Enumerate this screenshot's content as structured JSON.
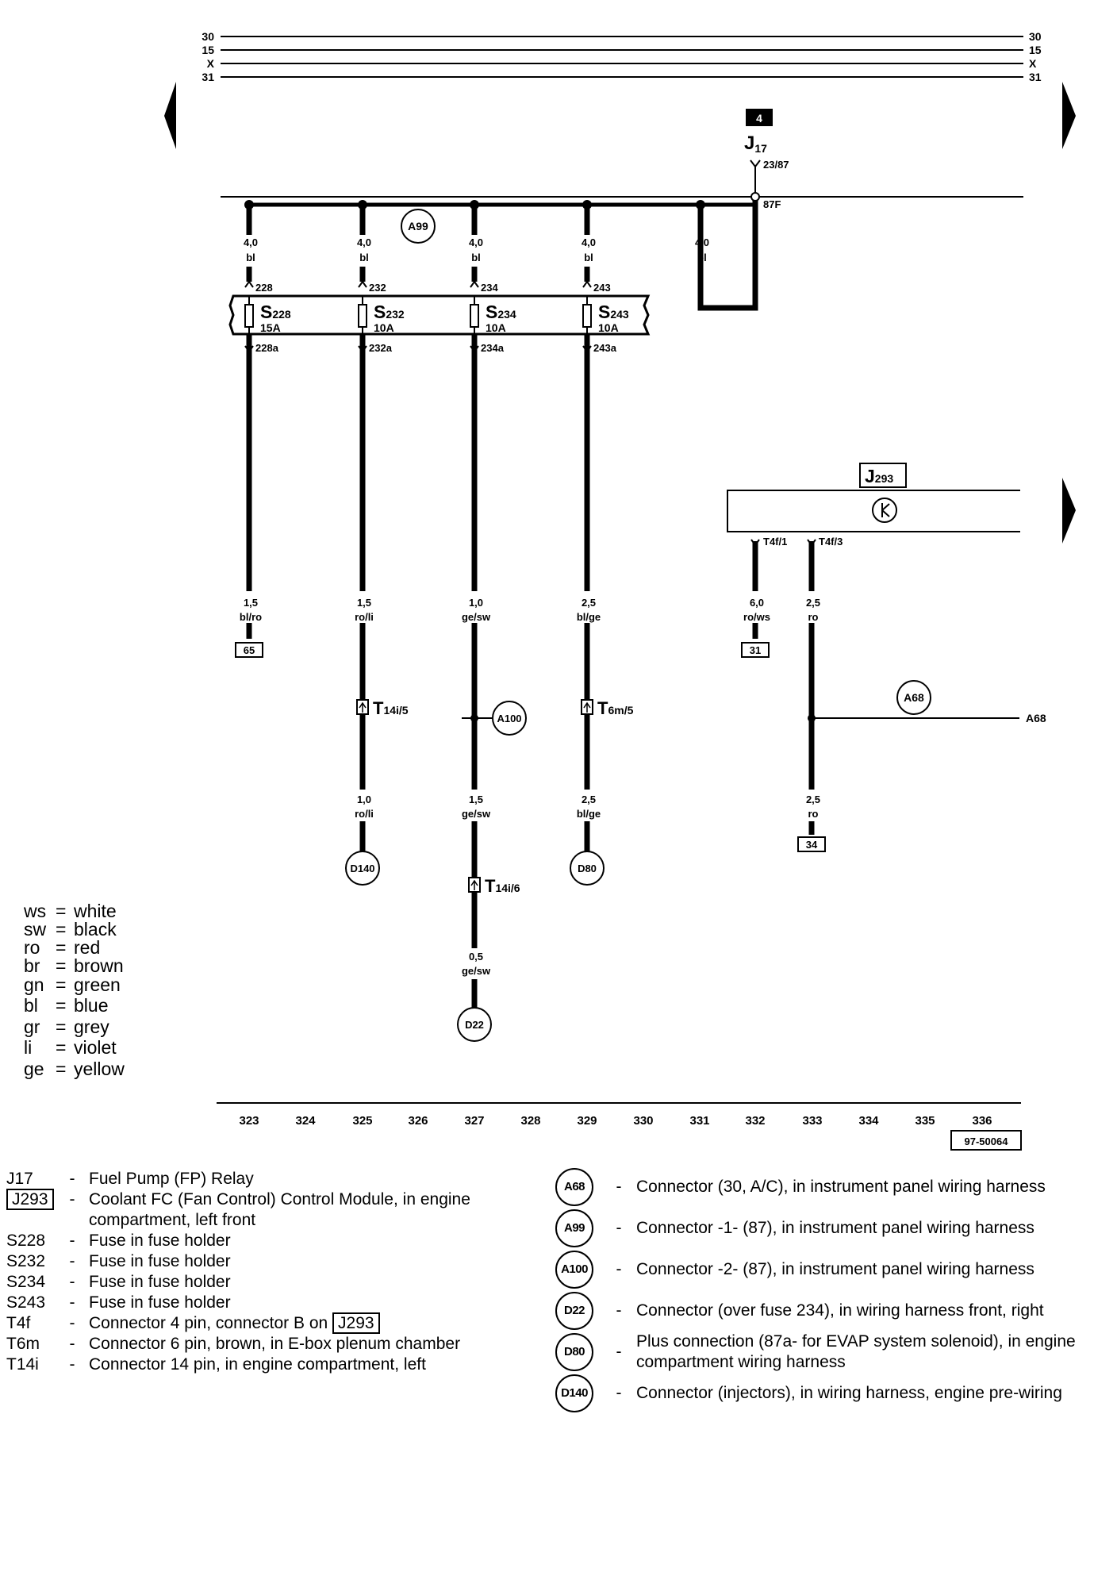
{
  "bus_labels": [
    "30",
    "15",
    "X",
    "31"
  ],
  "relay": {
    "box_label": "4",
    "name": "J",
    "sub": "17",
    "pin_in": "23/87",
    "pin_out": "87F"
  },
  "bus_connector": "A99",
  "fuse_strip": [
    {
      "feed_size": "4,0",
      "feed_color": "bl",
      "pin_top": "228",
      "name": "S",
      "sub": "228",
      "rating": "15A",
      "pin_bottom": "228a"
    },
    {
      "feed_size": "4,0",
      "feed_color": "bl",
      "pin_top": "232",
      "name": "S",
      "sub": "232",
      "rating": "10A",
      "pin_bottom": "232a"
    },
    {
      "feed_size": "4,0",
      "feed_color": "bl",
      "pin_top": "234",
      "name": "S",
      "sub": "234",
      "rating": "10A",
      "pin_bottom": "234a"
    },
    {
      "feed_size": "4,0",
      "feed_color": "bl",
      "pin_top": "243",
      "name": "S",
      "sub": "243",
      "rating": "10A",
      "pin_bottom": "243a"
    }
  ],
  "relay_feed": {
    "size": "4,0",
    "color": "bl"
  },
  "wires": {
    "w1": {
      "size": "1,5",
      "color": "bl/ro",
      "ref": "65"
    },
    "w2": {
      "size": "1,5",
      "color": "ro/li",
      "conn_name": "T",
      "conn_sub": "14i/5",
      "size2": "1,0",
      "color2": "ro/li",
      "end": "D140"
    },
    "w3": {
      "size": "1,0",
      "color": "ge/sw",
      "junction": "A100",
      "size2": "1,5",
      "color2": "ge/sw",
      "conn_name": "T",
      "conn_sub": "14i/6",
      "size3": "0,5",
      "color3": "ge/sw",
      "end": "D22"
    },
    "w4": {
      "size": "2,5",
      "color": "bl/ge",
      "conn_name": "T",
      "conn_sub": "6m/5",
      "size2": "2,5",
      "color2": "bl/ge",
      "end": "D80"
    }
  },
  "module": {
    "name": "J",
    "sub": "293",
    "pin1": "T4f/1",
    "pin3": "T4f/3",
    "out1": {
      "size": "6,0",
      "color": "ro/ws",
      "ref": "31"
    },
    "out3": {
      "size": "2,5",
      "color": "ro",
      "junction": "A68",
      "line_label": "A68",
      "size2": "2,5",
      "color2": "ro",
      "ref": "34"
    }
  },
  "color_legend": [
    {
      "code": "ws",
      "name": "white"
    },
    {
      "code": "sw",
      "name": "black"
    },
    {
      "code": "ro",
      "name": "red"
    },
    {
      "code": "br",
      "name": "brown"
    },
    {
      "code": "gn",
      "name": "green"
    },
    {
      "code": "bl",
      "name": "blue"
    },
    {
      "code": "gr",
      "name": "grey"
    },
    {
      "code": "li",
      "name": "violet"
    },
    {
      "code": "ge",
      "name": "yellow"
    }
  ],
  "columns": [
    "323",
    "324",
    "325",
    "326",
    "327",
    "328",
    "329",
    "330",
    "331",
    "332",
    "333",
    "334",
    "335",
    "336"
  ],
  "diagram_id": "97-50064",
  "component_legend": {
    "J17": {
      "code": "J17",
      "desc": "Fuel Pump (FP) Relay"
    },
    "J293": {
      "code": "J293",
      "desc_line1": "Coolant FC (Fan Control) Control Module, in engine",
      "desc_line2": "compartment, left front"
    },
    "S228": {
      "code": "S228",
      "desc": "Fuse in fuse holder"
    },
    "S232": {
      "code": "S232",
      "desc": "Fuse in fuse holder"
    },
    "S234": {
      "code": "S234",
      "desc": "Fuse in fuse holder"
    },
    "S243": {
      "code": "S243",
      "desc": "Fuse in fuse holder"
    },
    "T4f": {
      "code": "T4f",
      "desc_prefix": "Connector 4 pin, connector B on",
      "desc_ref": "J293"
    },
    "T6m": {
      "code": "T6m",
      "desc": "Connector 6 pin, brown, in E-box plenum chamber"
    },
    "T14i": {
      "code": "T14i",
      "desc": "Connector 14 pin, in engine compartment, left"
    }
  },
  "dash": "-",
  "connector_legend": [
    {
      "code": "A68",
      "desc": "Connector (30, A/C), in instrument panel wiring harness"
    },
    {
      "code": "A99",
      "desc": "Connector -1- (87), in instrument panel wiring harness"
    },
    {
      "code": "A100",
      "desc": "Connector -2- (87), in instrument panel wiring harness"
    },
    {
      "code": "D22",
      "desc": "Connector (over fuse 234), in wiring harness front, right"
    },
    {
      "code": "D80",
      "desc": "Plus connection (87a- for EVAP system solenoid), in engine compartment wiring harness"
    },
    {
      "code": "D140",
      "desc": "Connector (injectors), in wiring harness, engine pre-wiring"
    }
  ]
}
